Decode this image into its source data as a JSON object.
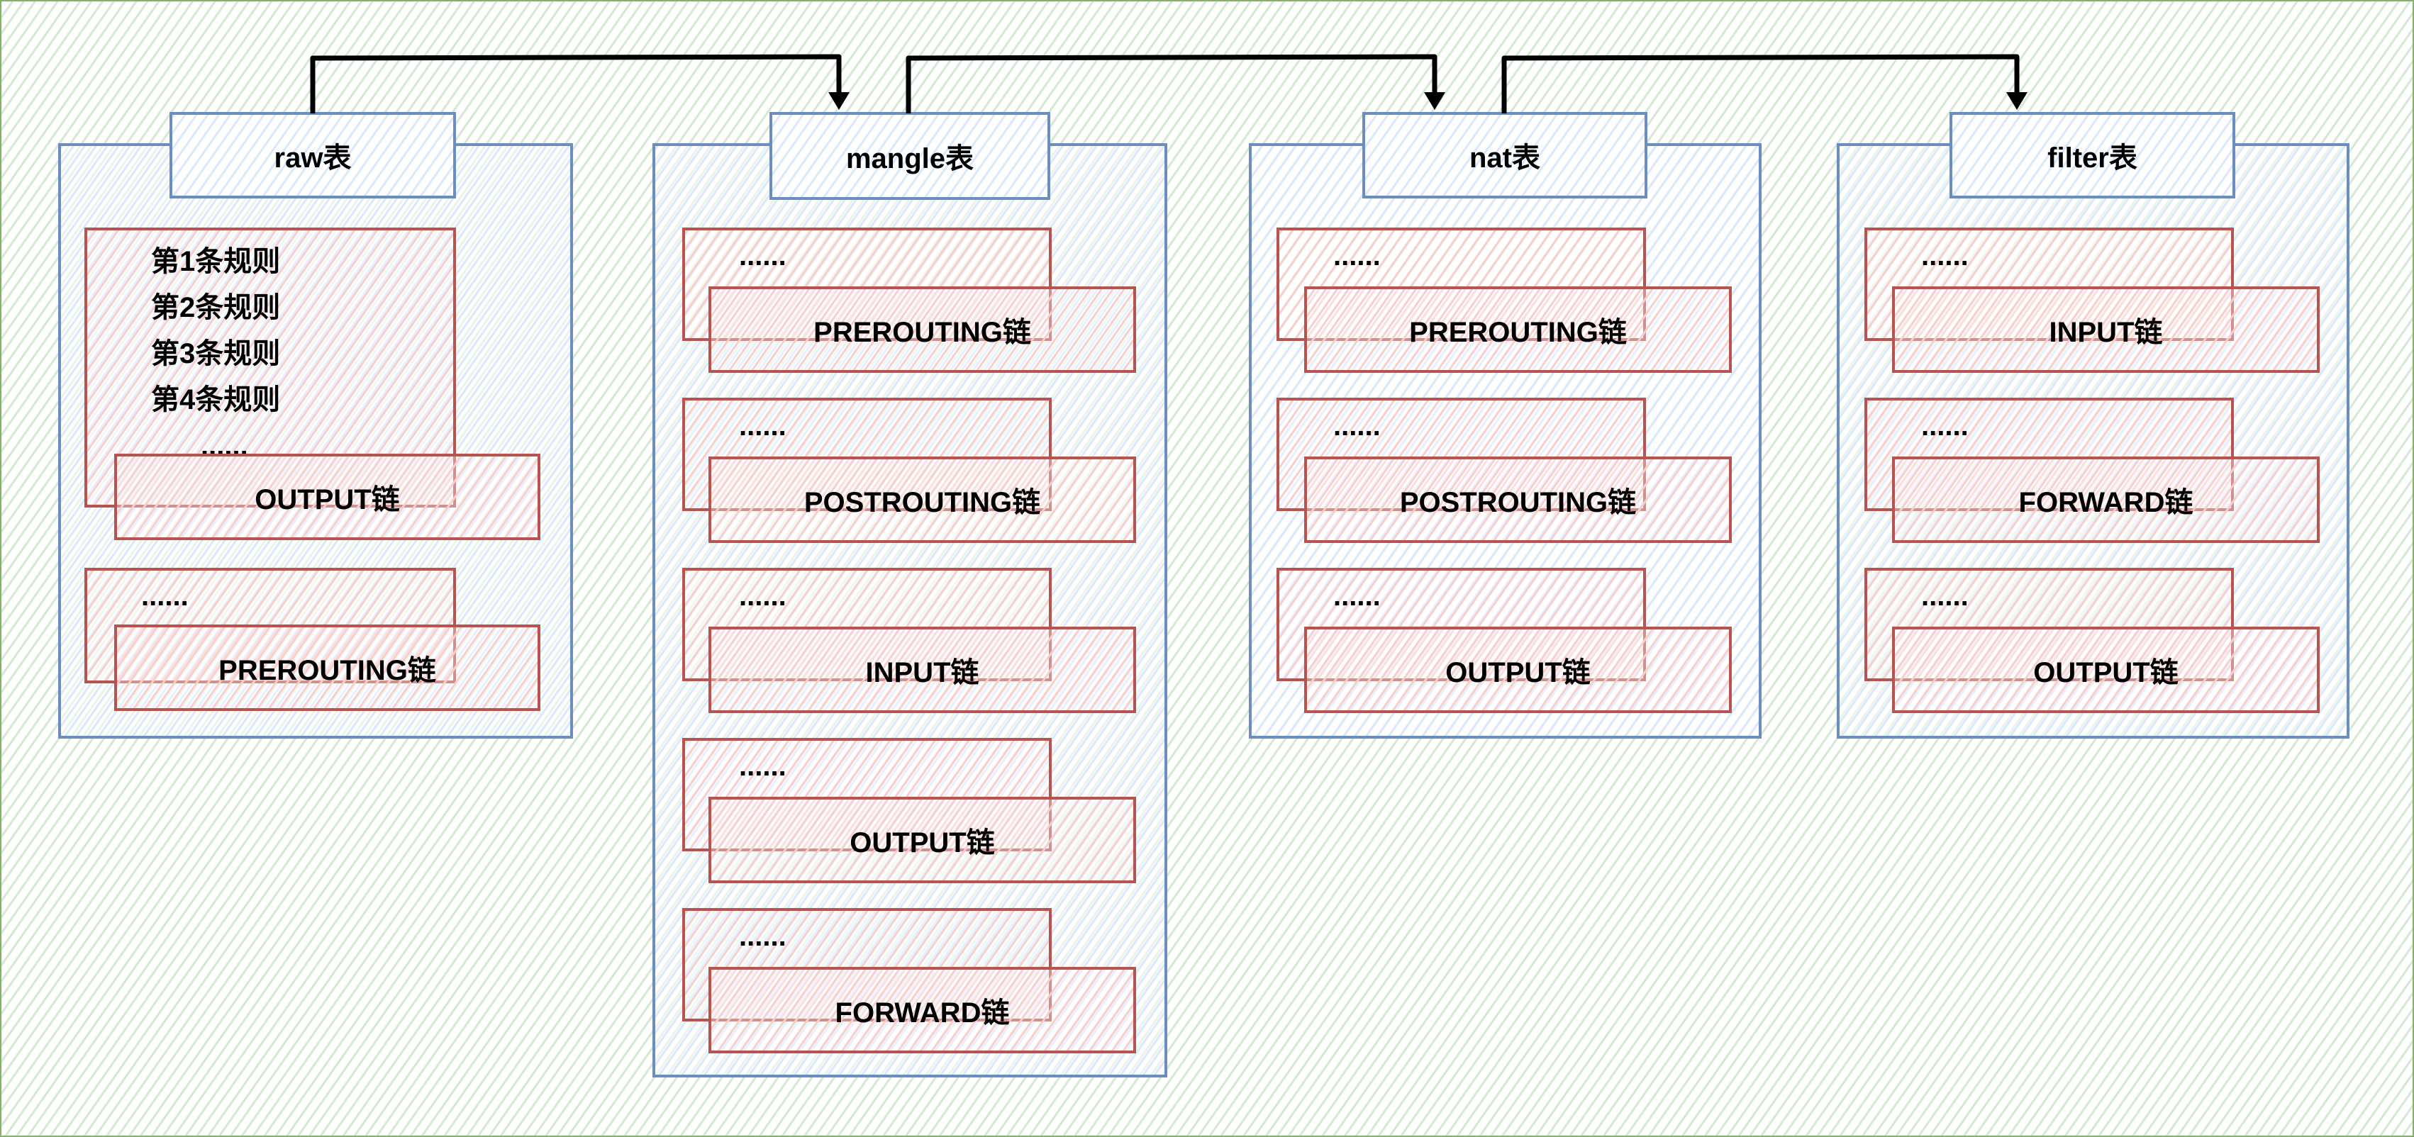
{
  "tables": [
    {
      "header": "raw表",
      "groups": [
        {
          "rules": [
            "第1条规则",
            "第2条规则",
            "第3条规则",
            "第4条规则"
          ],
          "more": "......",
          "chain": "OUTPUT链"
        },
        {
          "more": "......",
          "chain": "PREROUTING链"
        }
      ]
    },
    {
      "header": "mangle表",
      "groups": [
        {
          "more": "......",
          "chain": "PREROUTING链"
        },
        {
          "more": "......",
          "chain": "POSTROUTING链"
        },
        {
          "more": "......",
          "chain": "INPUT链"
        },
        {
          "more": "......",
          "chain": "OUTPUT链"
        },
        {
          "more": "......",
          "chain": "FORWARD链"
        }
      ]
    },
    {
      "header": "nat表",
      "groups": [
        {
          "more": "......",
          "chain": "PREROUTING链"
        },
        {
          "more": "......",
          "chain": "POSTROUTING链"
        },
        {
          "more": "......",
          "chain": "OUTPUT链"
        }
      ]
    },
    {
      "header": "filter表",
      "groups": [
        {
          "more": "......",
          "chain": "INPUT链"
        },
        {
          "more": "......",
          "chain": "FORWARD链"
        },
        {
          "more": "......",
          "chain": "OUTPUT链"
        }
      ]
    }
  ],
  "colors": {
    "table_stroke": "#6c8ebf",
    "chain_stroke": "#b85450",
    "border": "#82b366"
  }
}
